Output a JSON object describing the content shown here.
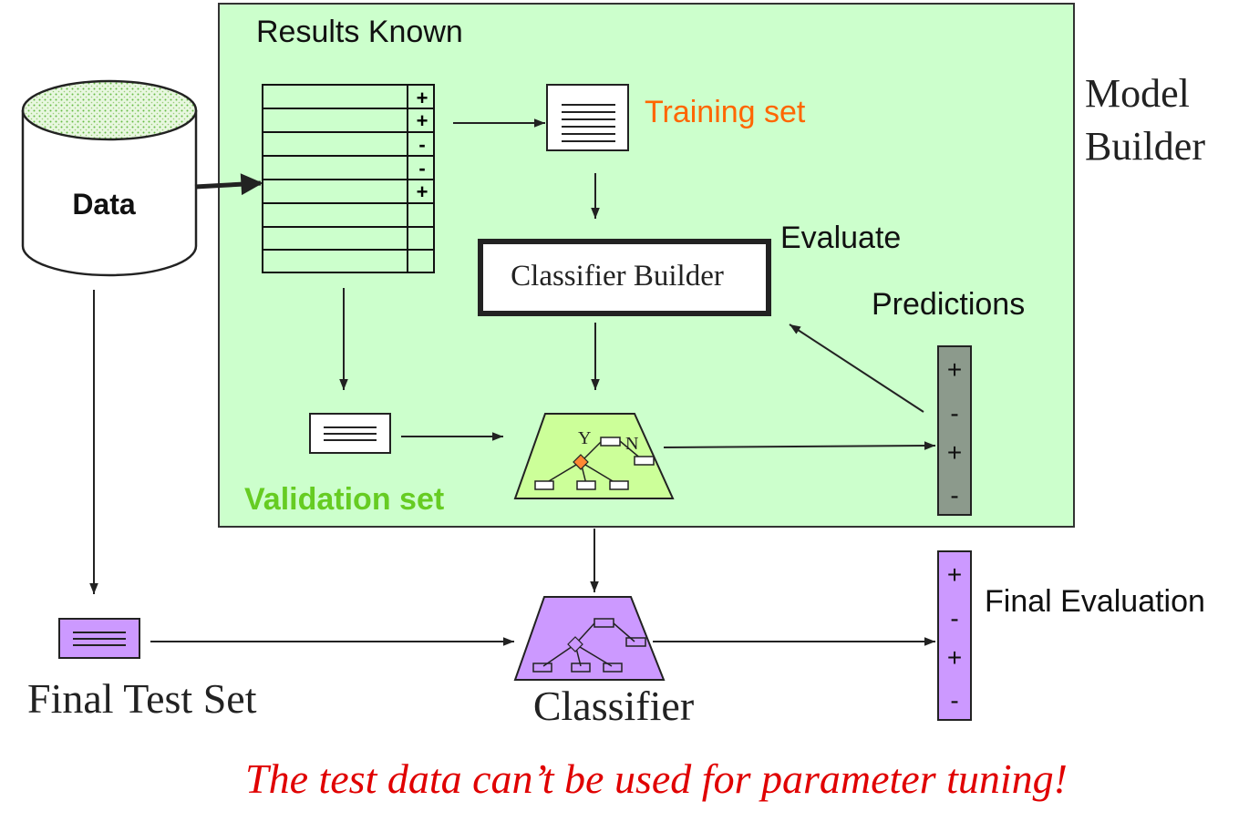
{
  "labels": {
    "results_known": "Results Known",
    "model_builder_line1": "Model",
    "model_builder_line2": "Builder",
    "data": "Data",
    "training_set": "Training set",
    "evaluate": "Evaluate",
    "classifier_builder": "Classifier Builder",
    "predictions": "Predictions",
    "validation_set": "Validation set",
    "final_evaluation": "Final Evaluation",
    "final_test_set": "Final Test Set",
    "classifier": "Classifier",
    "tree_yes": "Y",
    "tree_no": "N",
    "footer_note": "The test data can’t be used for parameter tuning!"
  },
  "data_table": {
    "row_signs": [
      "+",
      "+",
      "-",
      "-",
      "+",
      "",
      "",
      ""
    ]
  },
  "predictions": [
    "+",
    "-",
    "+",
    "-"
  ],
  "final_evaluation": [
    "+",
    "-",
    "+",
    "-"
  ],
  "colors": {
    "model_builder_bg": "#ccffcc",
    "training_label": "#ff6600",
    "validation_label": "#66cc22",
    "tree_green": "#ccff99",
    "tree_purple": "#cc99ff",
    "predictions_bar": "#8c9a8c",
    "final_bar": "#cc99ff",
    "footer_text": "#e00000",
    "decision_node": "#ff8833"
  }
}
